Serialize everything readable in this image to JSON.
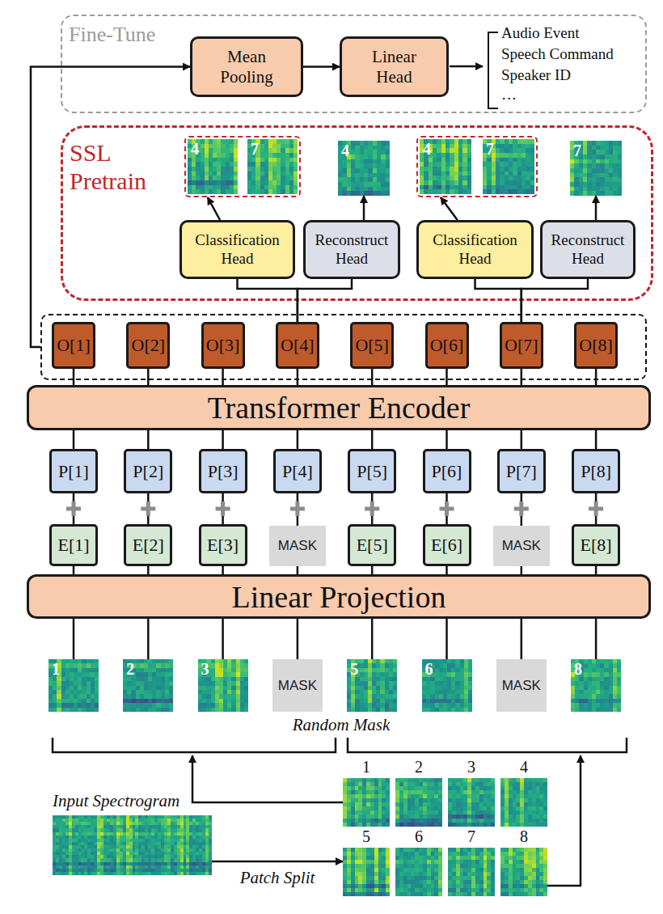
{
  "diagram": {
    "nodes": [
      {
        "text": [
          "Fine-Tune"
        ]
      },
      {
        "text": [
          "Mean Pooling"
        ],
        "in": 0
      },
      {
        "text": [
          "Linear Head"
        ],
        "in": 0
      },
      {
        "text": [
          "SSL Pretrain"
        ]
      },
      {
        "text": [],
        "in": 3
      },
      {
        "text": [
          "4"
        ],
        "in": 4
      },
      {
        "text": [
          "7"
        ],
        "in": 4
      },
      {
        "text": [
          "4"
        ],
        "in": 3
      },
      {
        "text": [],
        "in": 3
      },
      {
        "text": [
          "4"
        ],
        "in": 8
      },
      {
        "text": [
          "7"
        ],
        "in": 8
      },
      {
        "text": [
          "7"
        ],
        "in": 3
      },
      {
        "text": [
          "Classification Head"
        ],
        "in": 3
      },
      {
        "text": [
          "Reconstruct Head"
        ],
        "in": 3
      },
      {
        "text": [
          "Classification Head"
        ],
        "in": 3
      },
      {
        "text": [
          "Reconstruct Head"
        ],
        "in": 3
      },
      {
        "text": []
      },
      {
        "text": [
          "O[1]"
        ],
        "in": 16
      },
      {
        "text": [
          "O[2]"
        ],
        "in": 16
      },
      {
        "text": [
          "O[3]"
        ],
        "in": 16
      },
      {
        "text": [
          "O[4]"
        ],
        "in": 16
      },
      {
        "text": [
          "O[5]"
        ],
        "in": 16
      },
      {
        "text": [
          "O[6]"
        ],
        "in": 16
      },
      {
        "text": [
          "O[7]"
        ],
        "in": 16
      },
      {
        "text": [
          "O[8]"
        ],
        "in": 16
      },
      {
        "text": [
          "Transformer Encoder"
        ]
      },
      {
        "text": [
          "P[1]"
        ]
      },
      {
        "text": [
          "P[2]"
        ]
      },
      {
        "text": [
          "P[3]"
        ]
      },
      {
        "text": [
          "P[4]"
        ]
      },
      {
        "text": [
          "P[5]"
        ]
      },
      {
        "text": [
          "P[6]"
        ]
      },
      {
        "text": [
          "P[7]"
        ]
      },
      {
        "text": [
          "P[8]"
        ]
      },
      {
        "text": [
          "E[1]"
        ]
      },
      {
        "text": [
          "E[2]"
        ]
      },
      {
        "text": [
          "E[3]"
        ]
      },
      {
        "text": [
          "MASK"
        ]
      },
      {
        "text": [
          "E[5]"
        ]
      },
      {
        "text": [
          "E[6]"
        ]
      },
      {
        "text": [
          "MASK"
        ]
      },
      {
        "text": [
          "E[8]"
        ]
      },
      {
        "text": [
          "Linear Projection"
        ]
      },
      {
        "text": [
          "1"
        ]
      },
      {
        "text": [
          "2"
        ]
      },
      {
        "text": [
          "3"
        ]
      },
      {
        "text": [
          "MASK"
        ]
      },
      {
        "text": [
          "5"
        ]
      },
      {
        "text": [
          "6"
        ]
      },
      {
        "text": [
          "MASK"
        ]
      },
      {
        "text": [
          "8"
        ]
      },
      {
        "text": [
          "1"
        ]
      },
      {
        "text": [
          "2"
        ]
      },
      {
        "text": [
          "3"
        ]
      },
      {
        "text": [
          "4"
        ]
      },
      {
        "text": [
          "Input Spectrogram"
        ]
      },
      {
        "text": [
          "5"
        ]
      },
      {
        "text": [
          "6"
        ]
      },
      {
        "text": [
          "7"
        ]
      },
      {
        "text": [
          "8"
        ]
      }
    ],
    "edges": [
      {
        "from": 16,
        "to": 1,
        "arrow": "to"
      },
      {
        "from": 1,
        "to": 2,
        "arrow": "to"
      },
      {
        "from": 20,
        "to": 12,
        "arrow": "none"
      },
      {
        "from": 20,
        "to": 13,
        "arrow": "none"
      },
      {
        "from": 23,
        "to": 14,
        "arrow": "none"
      },
      {
        "from": 23,
        "to": 15,
        "arrow": "none"
      },
      {
        "from": 12,
        "to": 4,
        "arrow": "to"
      },
      {
        "from": 13,
        "to": 7,
        "arrow": "to"
      },
      {
        "from": 14,
        "to": 8,
        "arrow": "to"
      },
      {
        "from": 15,
        "to": 11,
        "arrow": "to"
      },
      {
        "from": 26,
        "to": 25,
        "arrow": "none"
      },
      {
        "from": 27,
        "to": 25,
        "arrow": "none"
      },
      {
        "from": 28,
        "to": 25,
        "arrow": "none"
      },
      {
        "from": 29,
        "to": 25,
        "arrow": "none"
      },
      {
        "from": 30,
        "to": 25,
        "arrow": "none"
      },
      {
        "from": 31,
        "to": 25,
        "arrow": "none"
      },
      {
        "from": 32,
        "to": 25,
        "arrow": "none"
      },
      {
        "from": 33,
        "to": 25,
        "arrow": "none"
      },
      {
        "from": 25,
        "to": 17,
        "arrow": "none"
      },
      {
        "from": 25,
        "to": 18,
        "arrow": "none"
      },
      {
        "from": 25,
        "to": 19,
        "arrow": "none"
      },
      {
        "from": 25,
        "to": 20,
        "arrow": "none"
      },
      {
        "from": 25,
        "to": 21,
        "arrow": "none"
      },
      {
        "from": 25,
        "to": 22,
        "arrow": "none"
      },
      {
        "from": 25,
        "to": 23,
        "arrow": "none"
      },
      {
        "from": 25,
        "to": 24,
        "arrow": "none"
      },
      {
        "from": 34,
        "to": 26,
        "arrow": "none"
      },
      {
        "from": 35,
        "to": 27,
        "arrow": "none"
      },
      {
        "from": 36,
        "to": 28,
        "arrow": "none"
      },
      {
        "from": 37,
        "to": 29,
        "arrow": "none"
      },
      {
        "from": 38,
        "to": 30,
        "arrow": "none"
      },
      {
        "from": 39,
        "to": 31,
        "arrow": "none"
      },
      {
        "from": 40,
        "to": 32,
        "arrow": "none"
      },
      {
        "from": 41,
        "to": 33,
        "arrow": "none"
      },
      {
        "from": 42,
        "to": 34,
        "arrow": "none"
      },
      {
        "from": 42,
        "to": 35,
        "arrow": "none"
      },
      {
        "from": 42,
        "to": 36,
        "arrow": "none"
      },
      {
        "from": 42,
        "to": 37,
        "arrow": "none"
      },
      {
        "from": 42,
        "to": 38,
        "arrow": "none"
      },
      {
        "from": 42,
        "to": 39,
        "arrow": "none"
      },
      {
        "from": 42,
        "to": 40,
        "arrow": "none"
      },
      {
        "from": 42,
        "to": 41,
        "arrow": "none"
      },
      {
        "from": 43,
        "to": 42,
        "arrow": "none"
      },
      {
        "from": 44,
        "to": 42,
        "arrow": "none"
      },
      {
        "from": 45,
        "to": 42,
        "arrow": "none"
      },
      {
        "from": 46,
        "to": 42,
        "arrow": "none"
      },
      {
        "from": 47,
        "to": 42,
        "arrow": "none"
      },
      {
        "from": 48,
        "to": 42,
        "arrow": "none"
      },
      {
        "from": 49,
        "to": 42,
        "arrow": "none"
      },
      {
        "from": 50,
        "to": 42,
        "arrow": "none"
      },
      {
        "from": 55,
        "to": 56,
        "arrow": "to",
        "label": "Patch Split"
      }
    ],
    "labels": [
      "Audio Event",
      "Speech Command",
      "Speaker ID",
      "…",
      "Random Mask"
    ]
  }
}
